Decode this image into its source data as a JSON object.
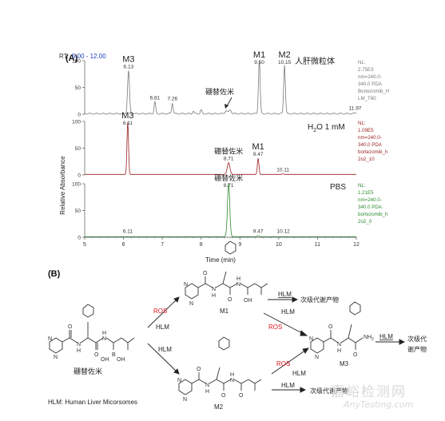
{
  "panel_a": {
    "label": "(A)",
    "rt_prefix": "RT:",
    "rt_range": "5.00 - 12.00",
    "y_axis_label": "Relative Absorbance",
    "x_axis_label": "Time (min)",
    "traces": [
      {
        "id": "hlm",
        "title": "人肝微粒体",
        "color": "#7a7a7a",
        "info": [
          "NL:",
          "2.75E3",
          "nm=240.0-",
          "340.0  PDA",
          "Bortezomib_H",
          "LM_T60"
        ],
        "y_ticks": [
          "100",
          "50",
          "0"
        ],
        "peak_labels": [
          {
            "t": 6.13,
            "names": [
              "M3"
            ],
            "rt": "6.13"
          },
          {
            "t": 6.81,
            "names": [],
            "rt": "6.81"
          },
          {
            "t": 7.26,
            "names": [],
            "rt": "7.26"
          },
          {
            "t": 9.5,
            "names": [
              "M1"
            ],
            "rt": "9.50"
          },
          {
            "t": 10.15,
            "names": [
              "M2"
            ],
            "rt": "10.15"
          },
          {
            "t": 11.97,
            "names": [],
            "rt": "11.97"
          }
        ],
        "annotation": "硼替佐米"
      },
      {
        "id": "h2o2",
        "title_main": "H",
        "title_sub": "2",
        "title_o": "O",
        "title_rest": " 1 mM",
        "color": "#9a1f1f",
        "info": [
          "NL:",
          "1.09E5",
          "nm=240.0-",
          "340.0  PDA",
          "bortezomib_h",
          "2o2_10"
        ],
        "y_ticks": [
          "100",
          "50",
          "0"
        ],
        "peak_labels": [
          {
            "t": 6.11,
            "names": [
              "M3"
            ],
            "rt": "6.11"
          },
          {
            "t": 8.71,
            "names": [
              "硼替佐米"
            ],
            "rt": "8.71"
          },
          {
            "t": 9.47,
            "names": [
              "M1"
            ],
            "rt": "9.47"
          },
          {
            "t": 10.11,
            "names": [],
            "rt": "10.11"
          }
        ]
      },
      {
        "id": "pbs",
        "title": "PBS",
        "color": "#2e8b2e",
        "info": [
          "NL:",
          "1.21E5",
          "nm=240.0-",
          "340.0  PDA",
          "bortezomib_h",
          "2o2_0"
        ],
        "y_ticks": [
          "100",
          "50",
          "0"
        ],
        "peak_labels": [
          {
            "t": 6.11,
            "names": [],
            "rt": "6.11"
          },
          {
            "t": 8.71,
            "names": [
              "硼替佐米"
            ],
            "rt": "8.71"
          },
          {
            "t": 9.47,
            "names": [],
            "rt": "9.47"
          },
          {
            "t": 10.12,
            "names": [],
            "rt": "10.12"
          }
        ]
      }
    ],
    "x_ticks": [
      "5",
      "6",
      "7",
      "8",
      "9",
      "10",
      "11",
      "12"
    ]
  },
  "panel_b": {
    "label": "(B)",
    "parent_name": "硼替佐米",
    "m1": "M1",
    "m2": "M2",
    "m3": "M3",
    "ros": "ROS",
    "hlm": "HLM",
    "secondary_metabolite": "次级代谢产物",
    "secondary_m3_line1": "次级代",
    "secondary_m3_line2": "谢产物",
    "atoms": {
      "N": "N",
      "H": "H",
      "O": "O",
      "OH": "OH",
      "B": "B",
      "NH2": "NH",
      "two": "2"
    },
    "footnote": "HLM: Human Liver Micorsomes",
    "ros_color": "#e0141e"
  },
  "watermark": {
    "cn": "嘉峪检测网",
    "url": "AnyTesting.com"
  }
}
